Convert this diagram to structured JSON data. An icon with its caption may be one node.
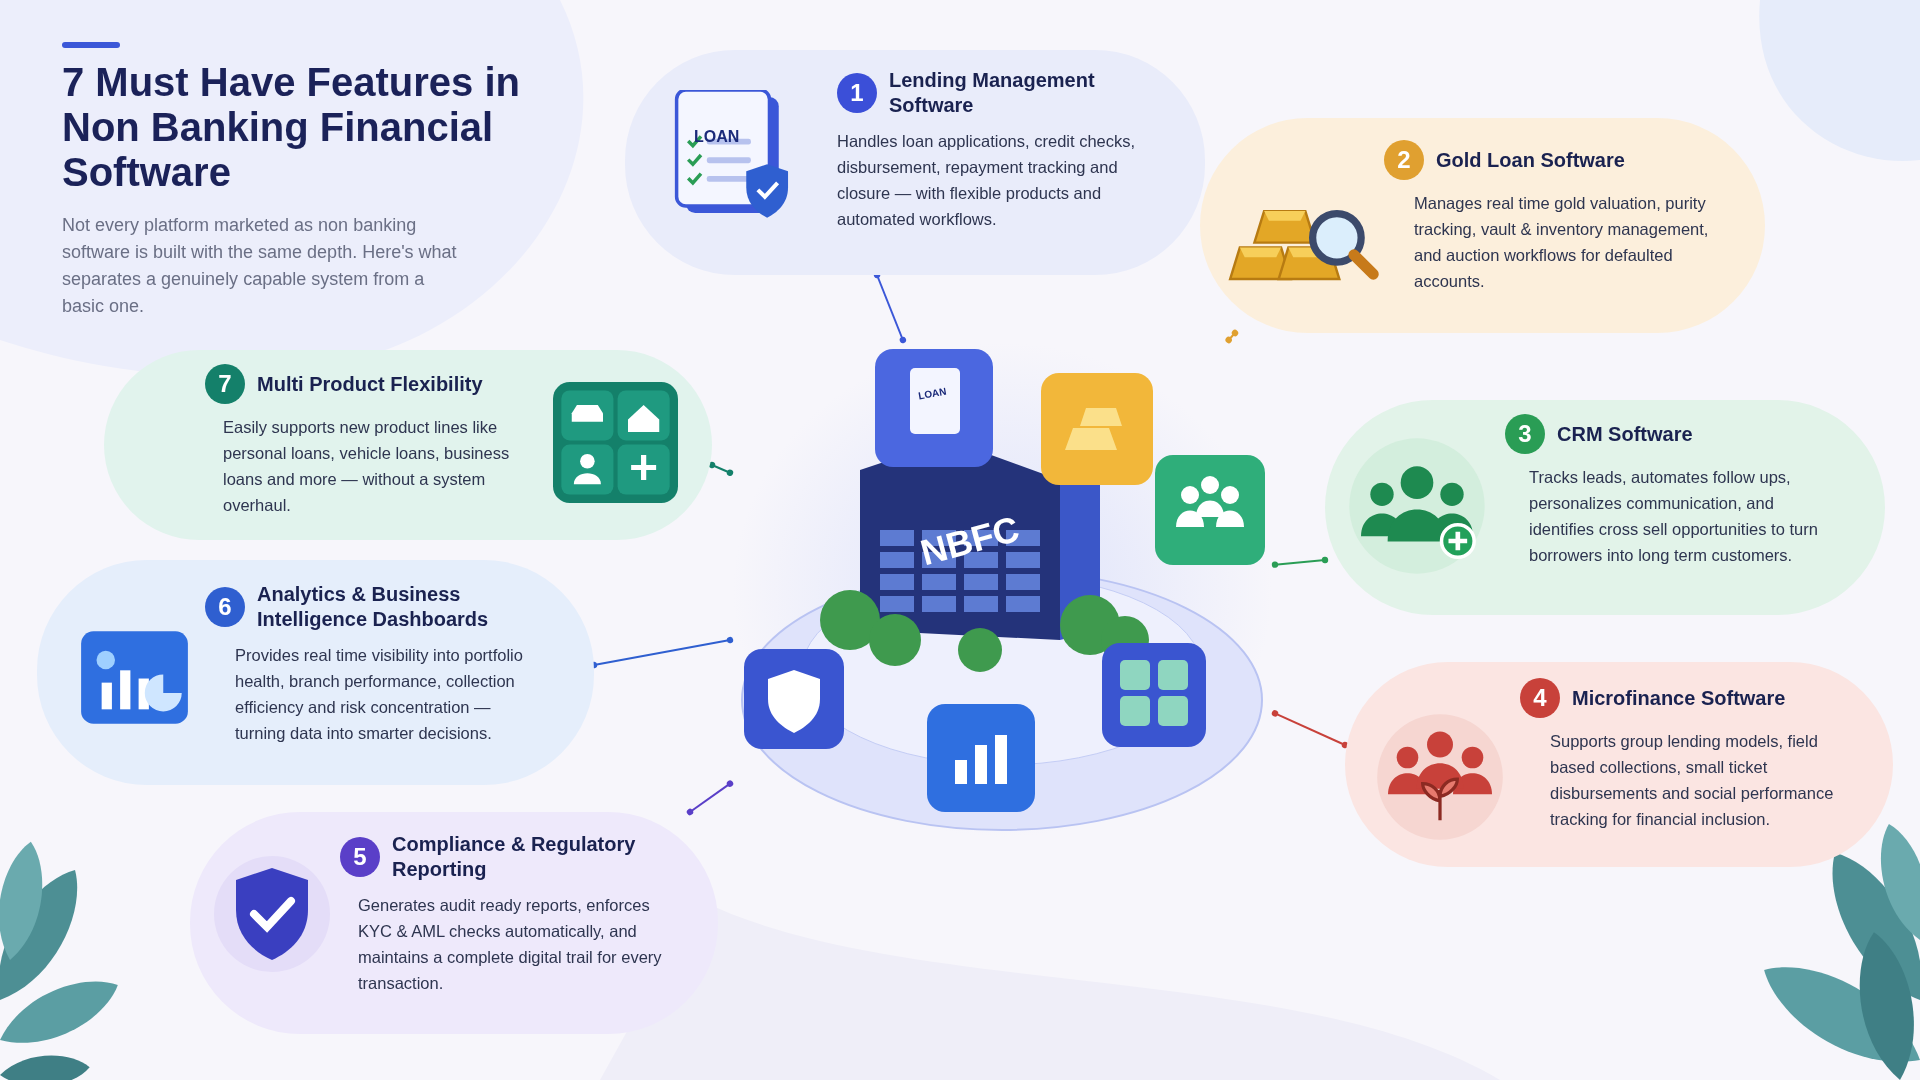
{
  "diagram": {
    "title": "7 Must Have Features in Non Banking Financial Software",
    "nodes": [
      {
        "text": [
          "1",
          "Lending Management Software",
          "Handles loan applications, credit checks, disbursement, repayment tracking and closure — with flexible products and automated workflows."
        ]
      },
      {
        "text": [
          "2",
          "Gold Loan Software",
          "Manages real time gold valuation, purity tracking, vault & inventory management, and auction workflows for defaulted accounts."
        ]
      },
      {
        "text": [
          "3",
          "CRM Software",
          "Tracks leads, automates follow ups, personalizes communication, and identifies cross sell opportunities to turn borrowers into long term customers."
        ]
      },
      {
        "text": [
          "4",
          "Microfinance Software",
          "Supports group lending models, field based collections, small ticket disbursements and social performance tracking for financial inclusion."
        ]
      },
      {
        "text": [
          "5",
          "Compliance & Regulatory Reporting",
          "Generates audit ready reports, enforces KYC & AML checks automatically, and maintains a complete digital trail for every transaction."
        ]
      },
      {
        "text": [
          "6",
          "Analytics & Business Intelligence Dashboards",
          "Provides real time visibility into portfolio health, branch performance, collection efficiency and risk concentration — turning data into smarter decisions."
        ]
      },
      {
        "text": [
          "7",
          "Multi Product Flexibility",
          "Easily supports new product lines like personal loans, vehicle loans, business loans and more — without a system overhaul."
        ]
      },
      {
        "text": [
          "NBFC"
        ]
      }
    ],
    "edges": [
      {
        "from": 7,
        "to": 0,
        "arrow": "other",
        "color": "#3b57d8"
      },
      {
        "from": 7,
        "to": 1,
        "arrow": "other",
        "color": "#e0a030"
      },
      {
        "from": 7,
        "to": 6,
        "arrow": "other",
        "color": "#14806a"
      },
      {
        "from": 7,
        "to": 2,
        "arrow": "other",
        "color": "#2a9d55"
      },
      {
        "from": 7,
        "to": 5,
        "arrow": "other",
        "color": "#2f5fd0"
      },
      {
        "from": 7,
        "to": 3,
        "arrow": "other",
        "color": "#c8413a"
      },
      {
        "from": 7,
        "to": 4,
        "arrow": "other",
        "color": "#5a3fc8"
      }
    ],
    "labels": [
      "Not every platform marketed as non banking software is built with the same depth. Here's what separates a genuinely capable system from a basic one.",
      "LOAN",
      "LOAN"
    ]
  }
}
